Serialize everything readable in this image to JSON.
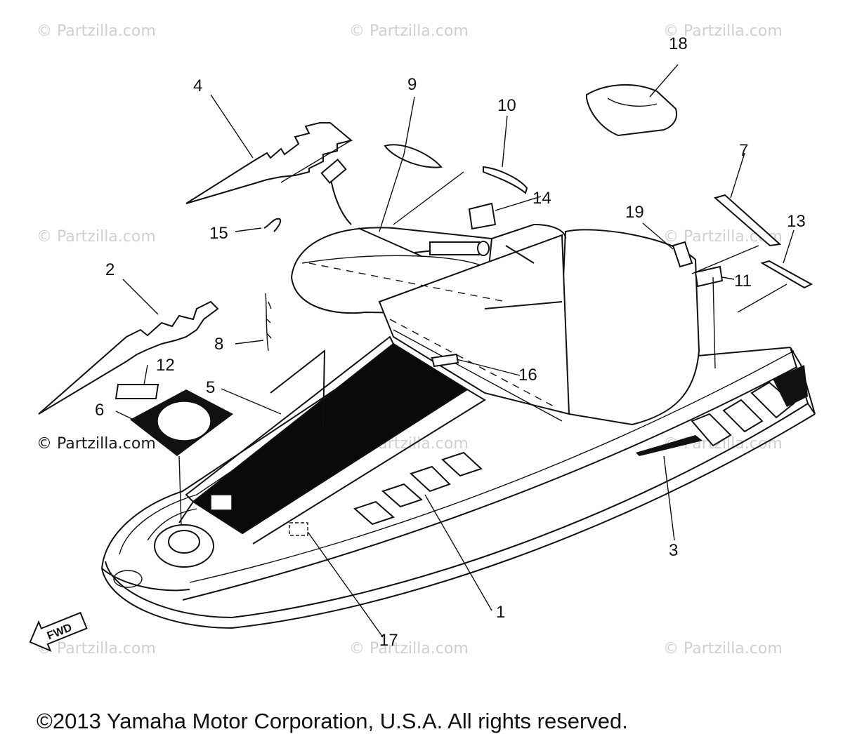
{
  "watermark": {
    "text": "© Partzilla.com"
  },
  "callouts": {
    "c1": "1",
    "c2": "2",
    "c3": "3",
    "c4": "4",
    "c5": "5",
    "c6": "6",
    "c7": "7",
    "c8": "8",
    "c9": "9",
    "c10": "10",
    "c11": "11",
    "c12": "12",
    "c13": "13",
    "c14": "14",
    "c15": "15",
    "c16": "16",
    "c17": "17",
    "c18": "18",
    "c19": "19"
  },
  "fwd_label": "FWD",
  "copyright": "©2013 Yamaha Motor Corporation, U.S.A. All rights reserved."
}
